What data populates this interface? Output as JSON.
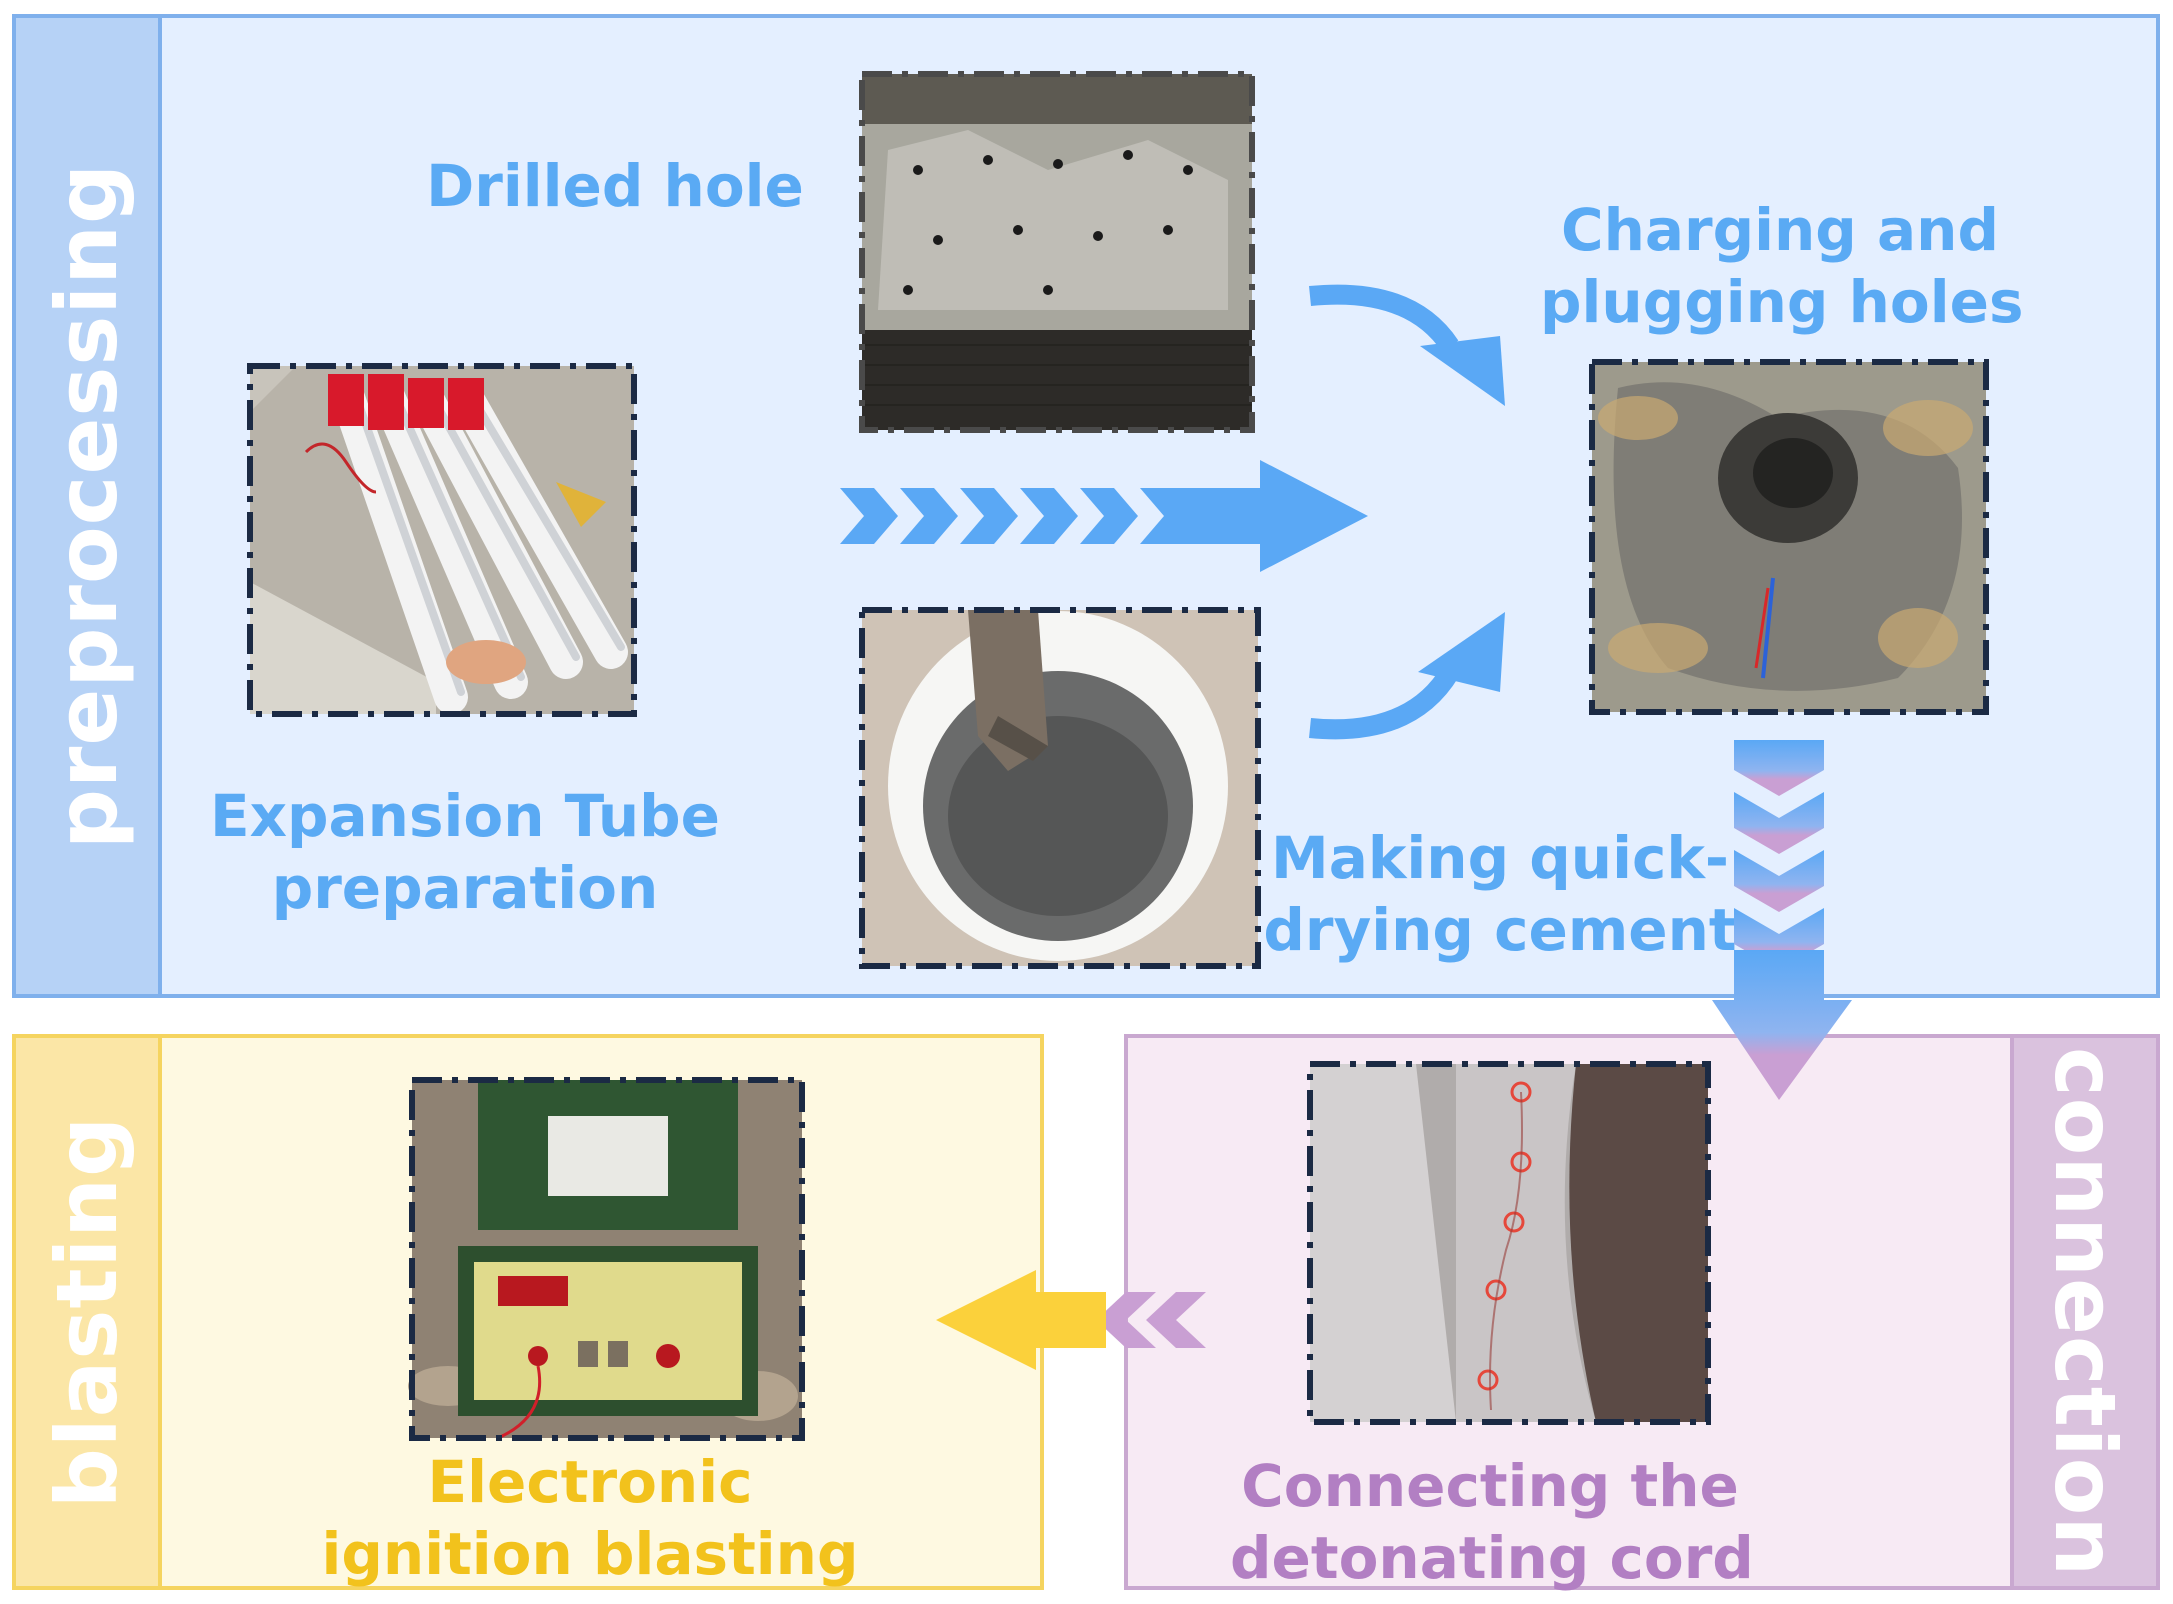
{
  "stages": {
    "preprocessing": "preprocessing",
    "blasting": "blasting",
    "connection": "connection"
  },
  "steps": {
    "drilled_hole": "Drilled hole",
    "expansion_tube": [
      "Expansion Tube",
      "preparation"
    ],
    "charging": [
      "Charging and",
      "plugging holes"
    ],
    "cement": [
      "Making quick-",
      "drying cement"
    ],
    "cord": [
      "Connecting the",
      "detonating cord"
    ],
    "ignition": [
      "Electronic",
      "ignition blasting"
    ]
  },
  "colors": {
    "preprocessing_bg": "#e4efff",
    "preprocessing_tab": "#b6d2f6",
    "preprocessing_border": "#7fb0ec",
    "preprocessing_text": "#5aaaf4",
    "arrow_blue": "#5aa8f5",
    "connection_bg": "#f7eaf4",
    "connection_tab": "#dac2de",
    "connection_border": "#c9a8d0",
    "connection_text": "#b27fc3",
    "arrow_purple": "#c99fd3",
    "blasting_bg": "#fef9e1",
    "blasting_tab": "#fbe6a6",
    "blasting_border": "#f5d45f",
    "blasting_text": "#f2c21c",
    "arrow_yellow": "#fbd13b",
    "frame": "#1b2a44"
  },
  "icons": {
    "flow": [
      "chevron-chain-arrow",
      "curved-arrow",
      "down-chevron-arrow",
      "left-chevron-arrow"
    ]
  }
}
